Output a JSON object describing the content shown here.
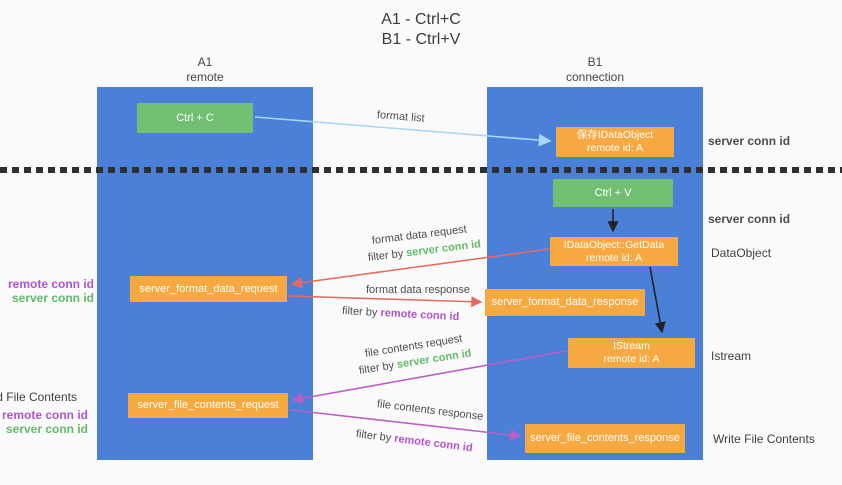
{
  "title": {
    "line1": "A1 - Ctrl+C",
    "line2": "B1 - Ctrl+V"
  },
  "columns": {
    "left": {
      "id": "A1",
      "name": "remote"
    },
    "right": {
      "id": "B1",
      "name": "connection"
    }
  },
  "nodes": {
    "ctrl_c": "Ctrl + C",
    "save_idataobject": {
      "line1": "保存IDataObject",
      "line2": "remote id: A"
    },
    "ctrl_v": "Ctrl + V",
    "getdata": {
      "line1": "IDataObject::GetData",
      "line2": "remote id: A"
    },
    "format_request": "server_format_data_request",
    "format_response": "server_format_data_response",
    "istream": {
      "line1": "IStream",
      "line2": "remote id: A"
    },
    "file_request": "server_file_contents_request",
    "file_response": "server_file_contents_response"
  },
  "side_labels": {
    "left_top": {
      "remote": "remote conn id",
      "server": "server conn id"
    },
    "read_file_contents": "Read File Contents",
    "left_bottom": {
      "remote": "remote conn id",
      "server": "server conn id"
    },
    "server_conn_id_top": "server conn id",
    "server_conn_id_mid": "server conn id",
    "dataobject": "DataObject",
    "istream": "Istream",
    "write_file_contents": "Write File Contents"
  },
  "arrow_labels": {
    "format_list": "format list",
    "format_data_request": "format data request",
    "format_data_request_filter": {
      "prefix": "filter by ",
      "key": "server conn id"
    },
    "format_data_response": "format data response",
    "format_data_response_filter": {
      "prefix": "filter by ",
      "key": "remote conn id"
    },
    "file_contents_request": "file contents request",
    "file_contents_request_filter": {
      "prefix": "filter by ",
      "key": "server conn id"
    },
    "file_contents_response": "file contents response",
    "file_contents_response_filter": {
      "prefix": "filter by ",
      "key": "remote conn id"
    }
  },
  "colors": {
    "column_blue": "#4a80d8",
    "node_green": "#72bf74",
    "node_orange": "#f7a941",
    "arrow_light_blue": "#a9d7f5",
    "arrow_black": "#222222",
    "arrow_red": "#e9695e",
    "arrow_magenta": "#bd5ec5",
    "text_green": "#62bb68",
    "text_purple": "#b054cc",
    "background": "#fafafa"
  }
}
